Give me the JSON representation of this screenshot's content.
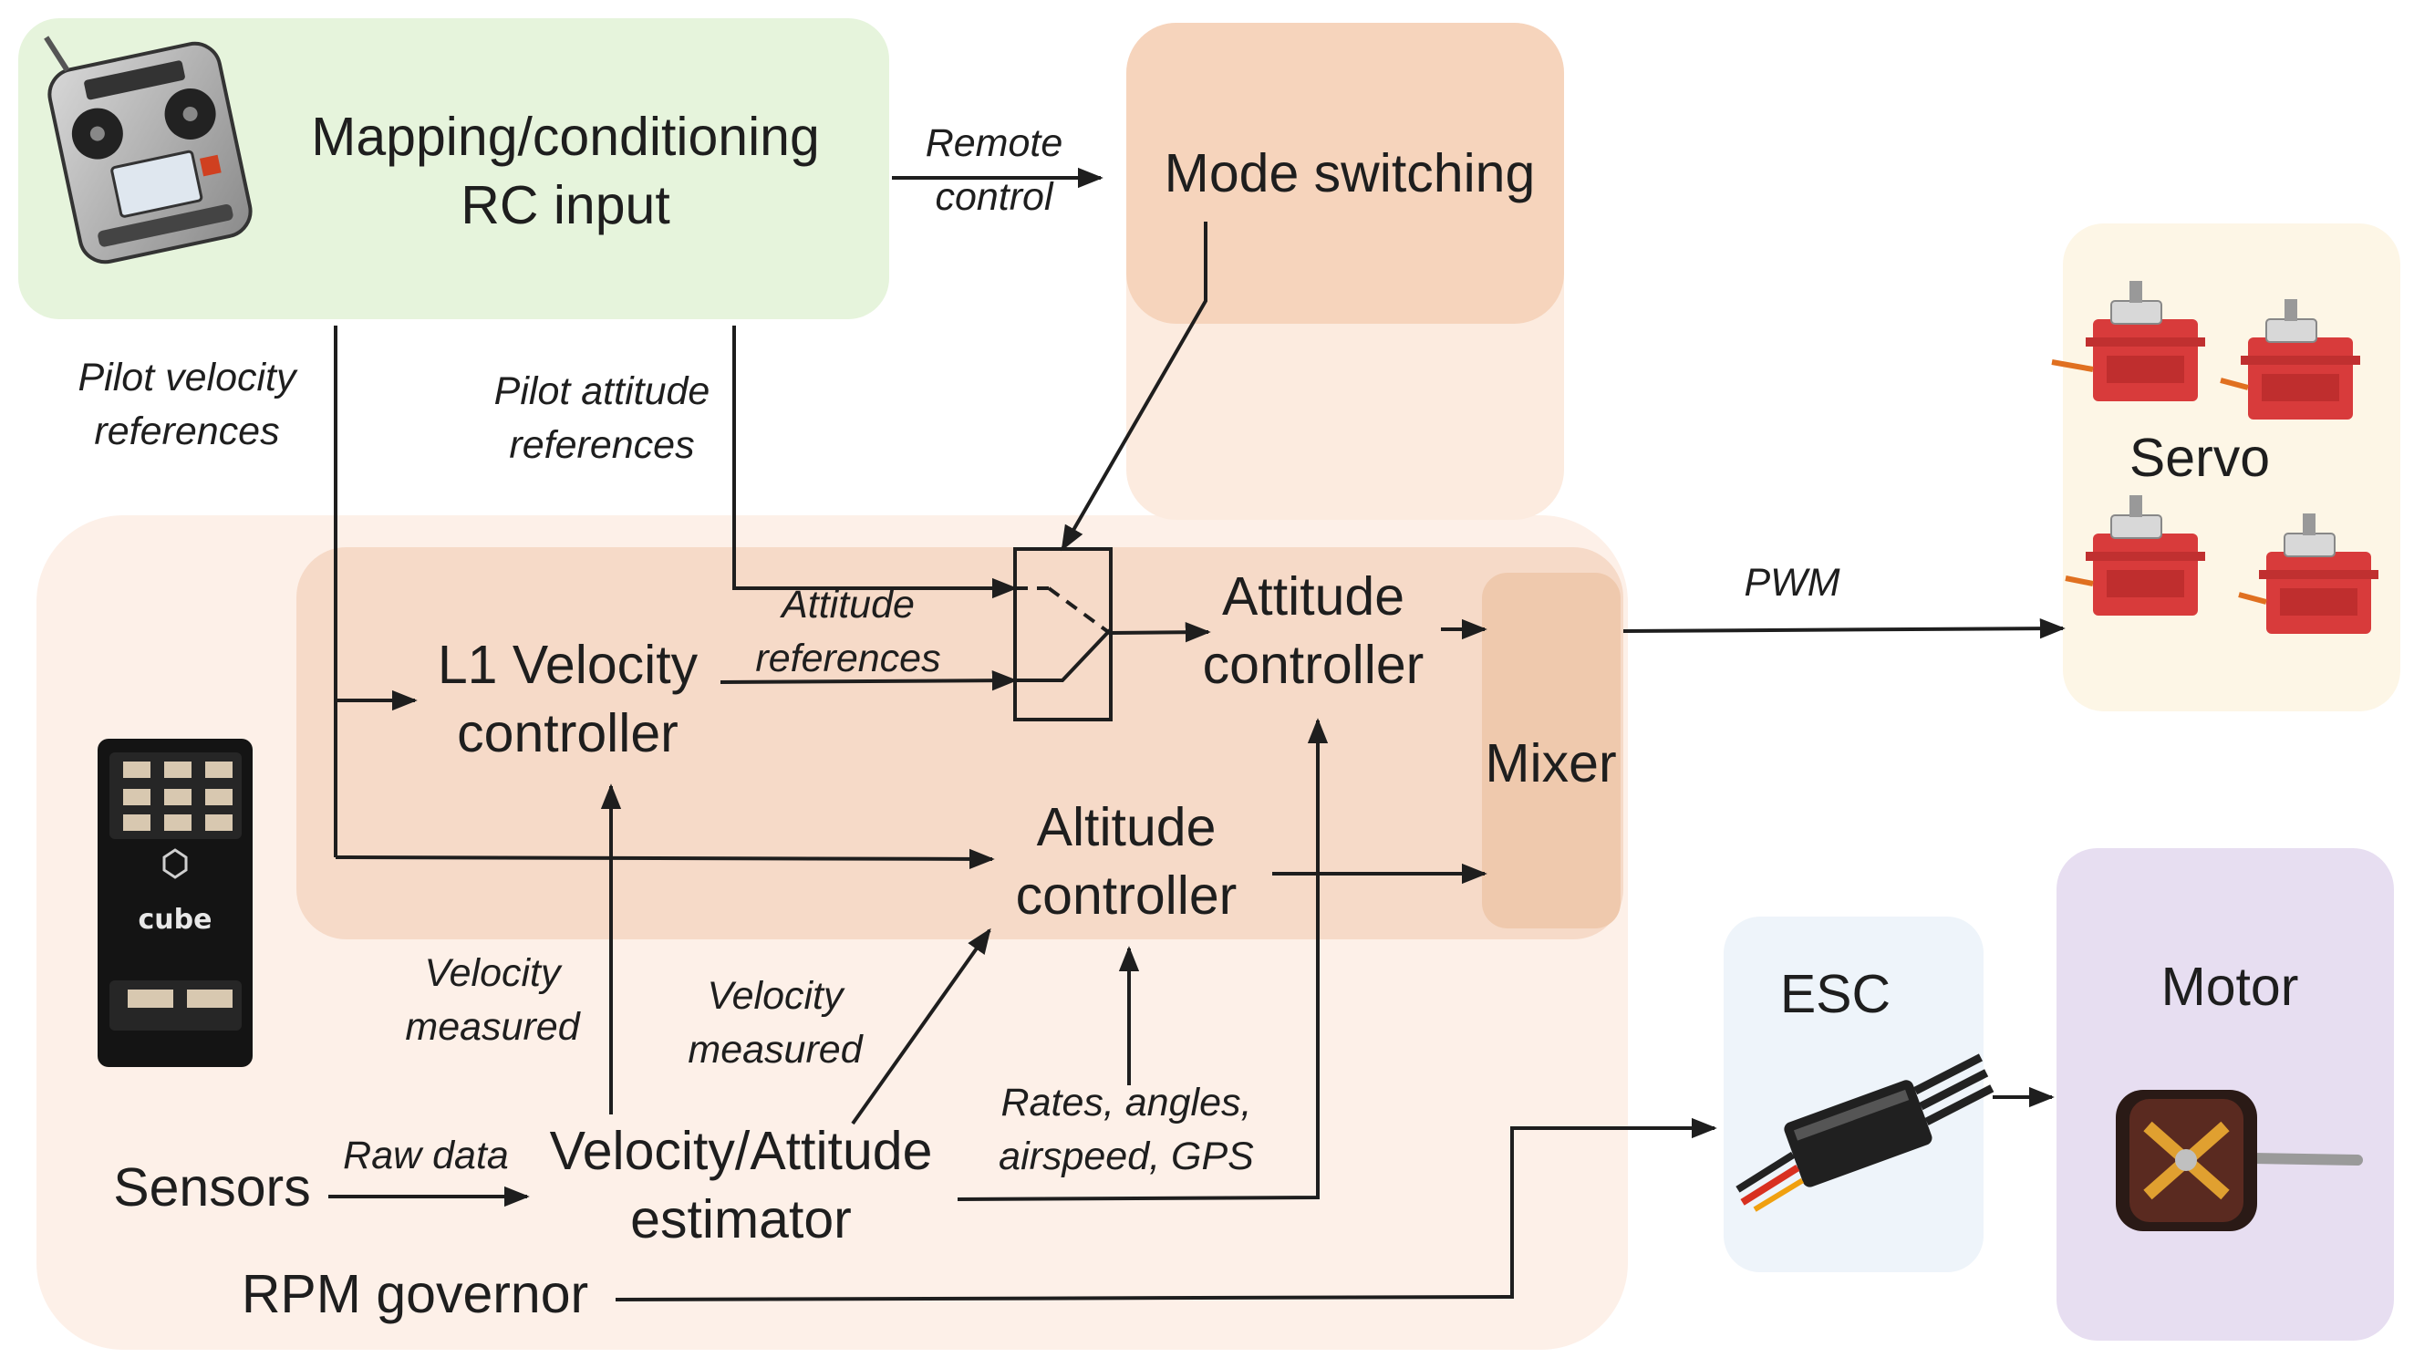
{
  "nodes": {
    "rc_input": "Mapping/conditioning RC input",
    "mode_switching": "Mode switching",
    "l1_velocity": "L1 Velocity controller",
    "attitude_controller": "Attitude controller",
    "altitude_controller": "Altitude controller",
    "mixer": "Mixer",
    "estimator": "Velocity/Attitude estimator",
    "sensors": "Sensors",
    "rpm_governor": "RPM governor",
    "servo": "Servo",
    "esc": "ESC",
    "motor": "Motor"
  },
  "edge_labels": {
    "remote_control": "Remote control",
    "pilot_velocity": "Pilot velocity references",
    "pilot_attitude": "Pilot attitude references",
    "attitude_refs": "Attitude references",
    "pwm": "PWM",
    "velocity_measured_1": "Velocity measured",
    "velocity_measured_2": "Velocity measured",
    "raw_data": "Raw data",
    "rates": "Rates, angles, airspeed, GPS"
  },
  "devices": {
    "cube_label": "cube"
  },
  "icons": [
    "rc-transmitter-icon",
    "flight-controller-icon",
    "servo-icon",
    "esc-icon",
    "motor-icon"
  ],
  "colors": {
    "rc_box": "#e6f4dc",
    "mode_box": "#f6d4bc",
    "outer_box": "#fdf0e8",
    "inner_box": "#f6dac8",
    "mixer_box": "#efc9ad",
    "servo_box": "#fdf6e6",
    "esc_box": "#eef4fa",
    "motor_box": "#e7def1",
    "line": "#1e1e1e"
  }
}
